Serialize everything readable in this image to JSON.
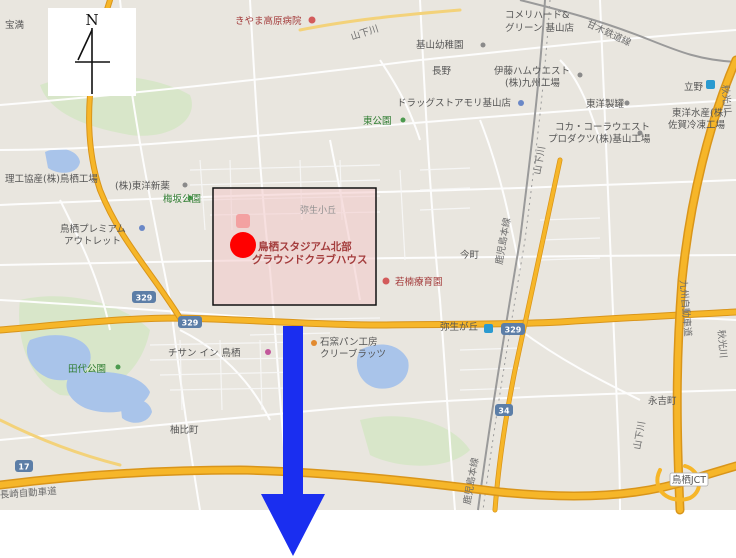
{
  "colors": {
    "land": "#e9e6df",
    "water": "#a9c4ea",
    "park": "#cfe3bf",
    "road_minor": "#ffffff",
    "highway": "#f6b629",
    "highway_edge": "#d9951a",
    "rail": "#888888",
    "highlight_fill": "#f3c8c8",
    "highlight_border": "#111111",
    "marker": "#ff0000",
    "arrow": "#1a2ef0",
    "compass_bg": "#ffffff"
  },
  "compass": {
    "letter": "N"
  },
  "route_shields": [
    "329",
    "329",
    "329",
    "34",
    "17"
  ],
  "labels": {
    "takara": "宝満",
    "kiyama_hospital": "きやま高原病院",
    "yamashita_gawa_1": "山下川",
    "kiyama_kindergarten": "基山幼稚園",
    "nagano": "長野",
    "conpa": "コメリハード&",
    "conpa2": "グリーン 基山店",
    "jr_line": "甘木鉄道線",
    "tachino": "立野",
    "ito_ham": "伊藤ハムウエスト",
    "ito_ham2": "(株)九州工場",
    "drugstore": "ドラッグストアモリ基山店",
    "toyo_seikan": "東洋製罐",
    "toyo_suisan": "東洋水産(株)",
    "toyo_suisan2": "佐賀冷凍工場",
    "higashi_park": "東公園",
    "coca_cola": "コカ・コーラウエスト",
    "coca_cola2": "プロダクツ(株)基山工場",
    "yamashita_gawa_2": "山下川",
    "akiba_gawa": "秋光川",
    "rikagaku": "理工協産(株)鳥栖工場",
    "toyo_shinyaku": "(株)東洋新薬",
    "tosu_premium": "鳥栖プレミアム",
    "tosu_premium2": "アウトレット",
    "baizaka_park": "梅坂公園",
    "yayoi_elem": "弥生小丘",
    "stadium": "鳥栖スタジアム北部",
    "stadium2": "グラウンドクラブハウス",
    "imamachi": "今町",
    "kagoshima_main_1": "鹿児島本線",
    "wakaba_hospital": "若楠療育園",
    "kyushu_expressway": "九州自動車道",
    "yayoigaoka": "弥生が丘",
    "ishimura_bakery": "石窯パン工房",
    "ishimura_bakery2": "クリーブラッツ",
    "chisan_inn": "チサン イン 鳥栖",
    "tashiro_park": "田代公園",
    "nagayoshi": "永吉町",
    "yanagihara": "柚比町",
    "yamashita_gawa_3": "山下川",
    "kagoshima_main_2": "鹿児島本線",
    "tosu_jct": "鳥栖JCT",
    "nagasaki_expressway": "長崎自動車道",
    "akiba_gawa_2": "秋光川"
  }
}
